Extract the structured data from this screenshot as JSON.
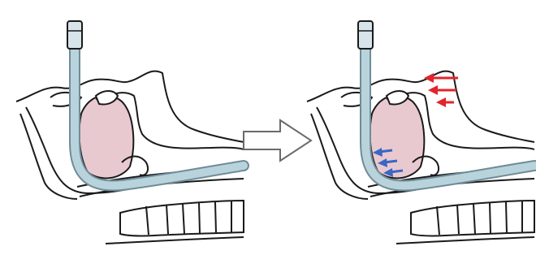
{
  "figure": {
    "panels": [
      {
        "id": "left",
        "state": "before"
      },
      {
        "id": "right",
        "state": "after"
      }
    ],
    "transition": {
      "icon": "right-arrow-outline-icon"
    },
    "annotations": {
      "red_arrows": {
        "count": 3,
        "color": "#e0252d",
        "icon": "left-arrow-icon"
      },
      "blue_arrows": {
        "count": 3,
        "color": "#3b66c4",
        "icon": "left-arrow-icon"
      }
    },
    "colors": {
      "outline": "#1a1a1a",
      "tube_fill": "#b9d3dd",
      "tube_edge": "#6f8c96",
      "soft_tissue": "#e9c9d0"
    }
  }
}
